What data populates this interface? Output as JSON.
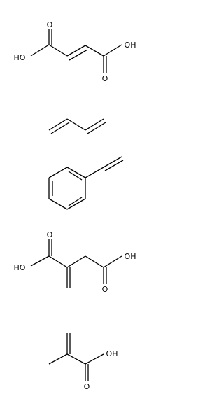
{
  "molecules": [
    {
      "name": "Fumaric acid",
      "atoms": {
        "ho": "HO",
        "oh": "OH",
        "o_top": "O",
        "o_bottom": "O"
      }
    },
    {
      "name": "1,3-Butadiene",
      "atoms": {}
    },
    {
      "name": "Styrene",
      "atoms": {}
    },
    {
      "name": "Itaconic acid",
      "atoms": {
        "ho": "HO",
        "oh": "OH",
        "o_top": "O",
        "o_bottom": "O"
      }
    },
    {
      "name": "Methacrylic acid",
      "atoms": {
        "oh": "OH",
        "o_bottom": "O"
      }
    }
  ]
}
